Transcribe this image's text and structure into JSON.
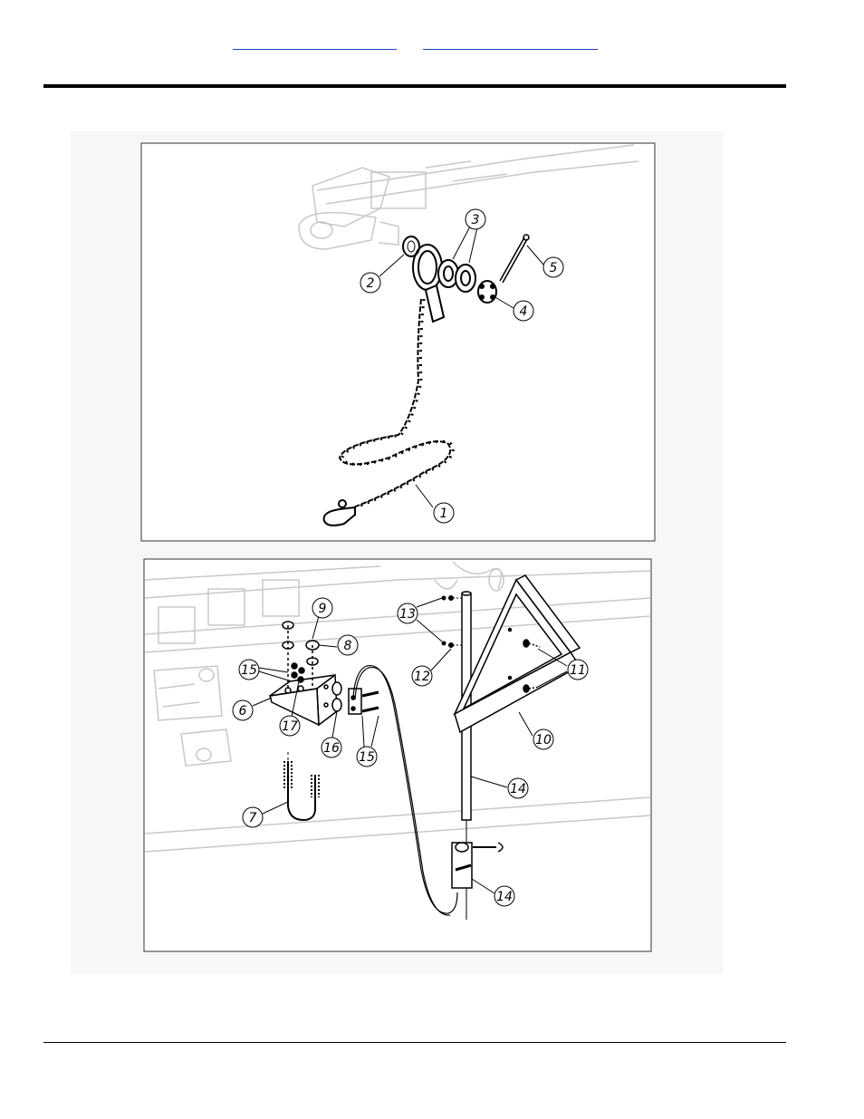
{
  "header": {
    "links": [
      "",
      ""
    ]
  },
  "figure_top": {
    "callouts": [
      "1",
      "2",
      "3",
      "4",
      "5"
    ]
  },
  "figure_bottom": {
    "callouts": [
      "6",
      "7",
      "8",
      "9",
      "10",
      "11",
      "12",
      "13",
      "14",
      "14",
      "15",
      "15",
      "16",
      "17"
    ]
  },
  "colors": {
    "link": "#1f3fbf",
    "rule": "#000000",
    "ghost_lines": "#c8c8c8"
  }
}
